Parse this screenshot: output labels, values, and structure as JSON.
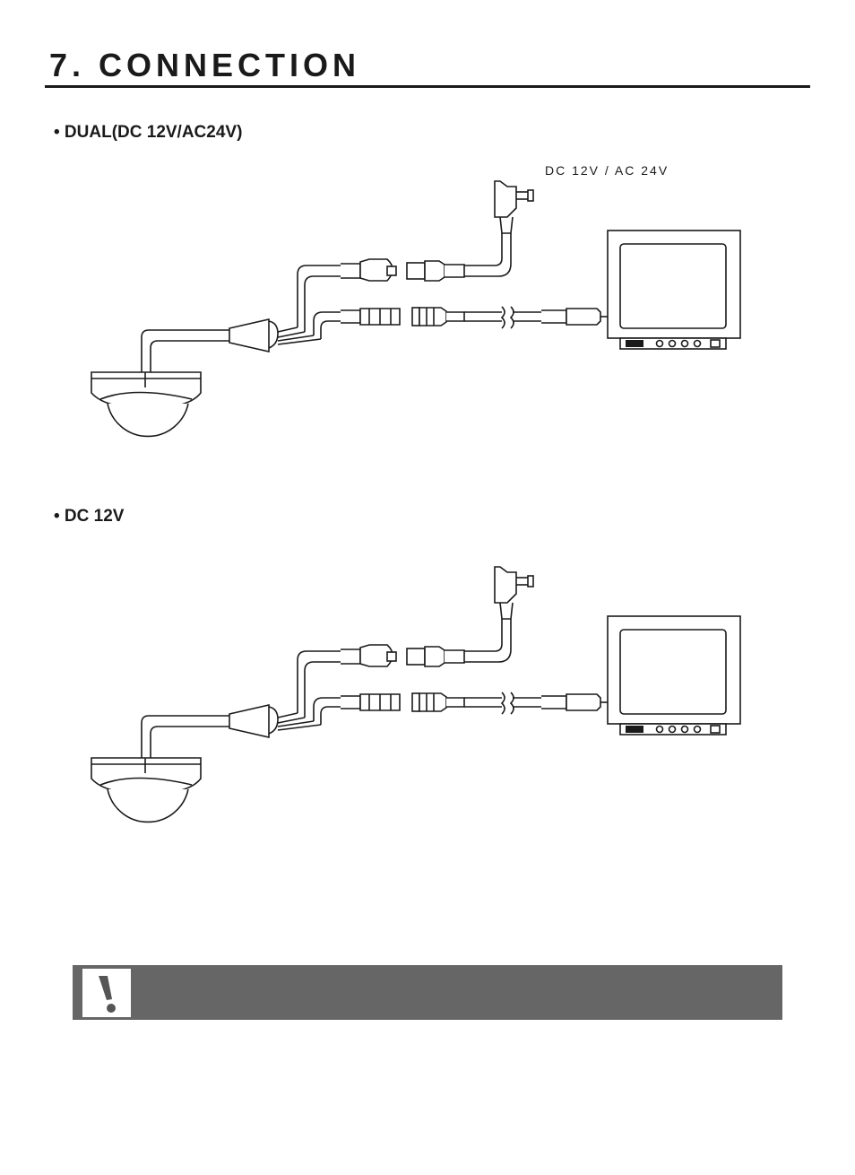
{
  "page": {
    "title": "7. CONNECTION"
  },
  "sections": [
    {
      "heading": "• DUAL(DC 12V/AC24V)",
      "power_label": "DC 12V / AC 24V"
    },
    {
      "heading": "• DC 12V",
      "power_label": ""
    }
  ],
  "notice": {
    "icon": "exclamation-icon",
    "text": ""
  },
  "colors": {
    "text": "#1a1a1a",
    "notice_bar": "#666666",
    "background": "#ffffff"
  },
  "icons": [
    "dome-camera-icon",
    "power-adapter-icon",
    "power-plug-icon",
    "bnc-connector-icon",
    "monitor-icon",
    "exclamation-icon"
  ]
}
